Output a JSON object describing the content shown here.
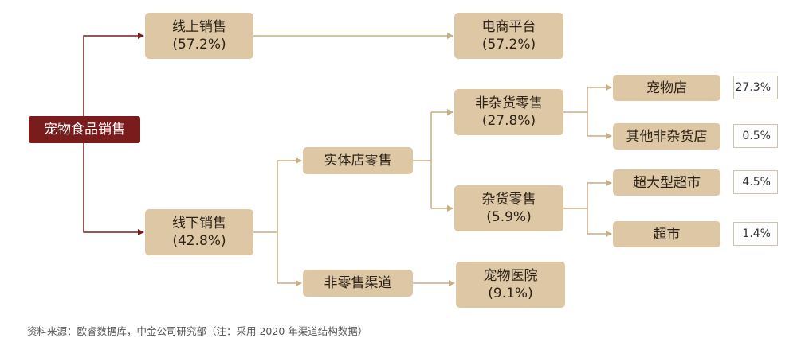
{
  "root": {
    "label": "宠物食品销售"
  },
  "online": {
    "label": "线上销售",
    "pct": "(57.2%)"
  },
  "ecommerce": {
    "label": "电商平台",
    "pct": "(57.2%)"
  },
  "offline": {
    "label": "线下销售",
    "pct": "(42.8%)"
  },
  "physical_retail": {
    "label": "实体店零售"
  },
  "non_retail": {
    "label": "非零售渠道"
  },
  "non_grocery": {
    "label": "非杂货零售",
    "pct": "(27.8%)"
  },
  "grocery": {
    "label": "杂货零售",
    "pct": "(5.9%)"
  },
  "pet_hospital": {
    "label": "宠物医院",
    "pct": "(9.1%)"
  },
  "pet_store": {
    "label": "宠物店",
    "value": "27.3%"
  },
  "other_non_grocery": {
    "label": "其他非杂货店",
    "value": "0.5%"
  },
  "hypermarket": {
    "label": "超大型超市",
    "value": "4.5%"
  },
  "supermarket": {
    "label": "超市",
    "value": "1.4%"
  },
  "source": "资料来源：欧睿数据库，中金公司研究部（注：采用 2020 年渠道结构数据）",
  "colors": {
    "root": "#7a1c1c",
    "node": "#ddc7a4",
    "root_line": "#7a1c1c",
    "line": "#c9ae84"
  }
}
